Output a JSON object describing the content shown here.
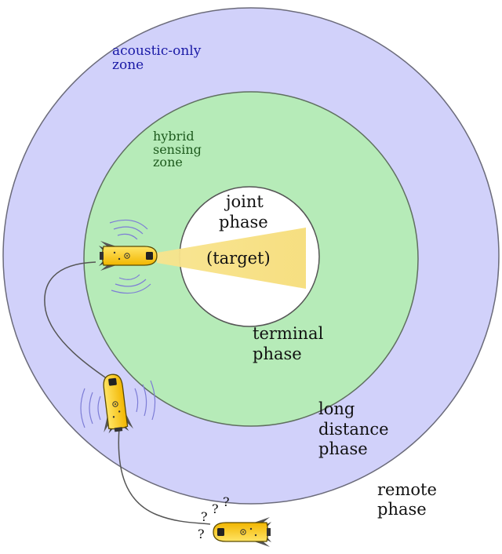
{
  "zones": {
    "acoustic_only": {
      "line1": "acoustic-only",
      "line2": "zone",
      "color": "#1a1aa6"
    },
    "hybrid_sensing": {
      "line1": "hybrid",
      "line2": "sensing",
      "line3": "zone",
      "color": "#1d5a1d"
    }
  },
  "phases": {
    "joint": {
      "line1": "joint",
      "line2": "phase"
    },
    "target": "(target)",
    "terminal": {
      "line1": "terminal",
      "line2": "phase"
    },
    "long_distance": {
      "line1": "long",
      "line2": "distance",
      "line3": "phase"
    },
    "remote": {
      "line1": "remote",
      "line2": "phase"
    }
  },
  "uncertainty_marks": [
    "?",
    "?",
    "?",
    "?"
  ],
  "colors": {
    "outer_zone": "#d1d1fa",
    "hybrid_zone": "#b6ebb8",
    "inner_zone": "#ffffff",
    "beam": "#f8e48e",
    "robot_body": "#fbd22a",
    "robot_outline": "#5a4a00",
    "text": "#111111"
  }
}
